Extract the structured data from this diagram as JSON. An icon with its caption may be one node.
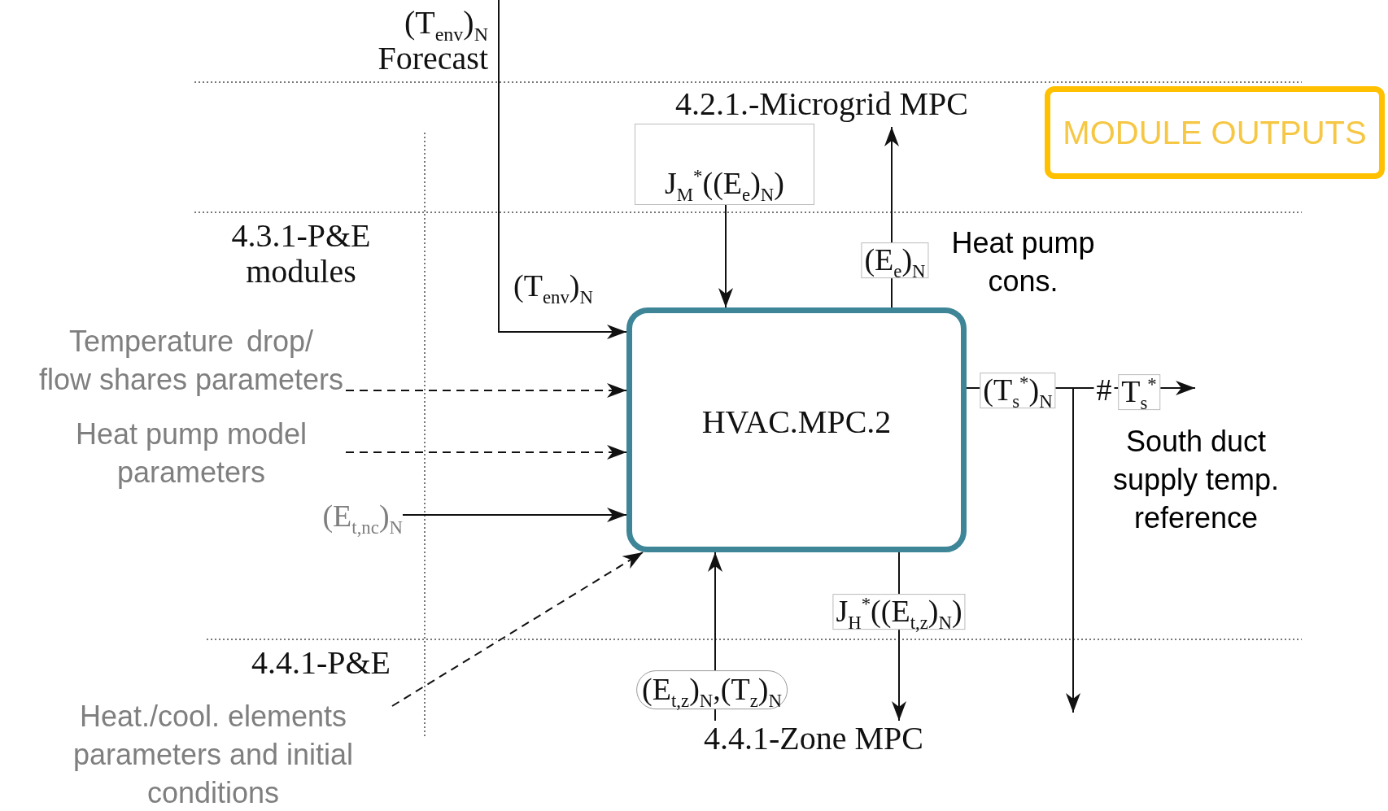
{
  "diagram": {
    "nodes": [
      {
        "text": [
          "4.2.1.-Microgrid MPC"
        ]
      },
      {
        "text": [
          "J$_{M}$$^{*}$((E$_{e}$)$_{N}$)"
        ]
      },
      {
        "text": [
          "MODULE OUTPUTS"
        ]
      },
      {
        "text": [
          "HVAC.MPC.2"
        ]
      },
      {
        "text": [
          "Temperature drop/ flow shares parameters"
        ]
      },
      {
        "text": [
          "Heat pump model parameters"
        ]
      },
      {
        "text": [
          "(E$_{t,nc}$)$_{N}$"
        ]
      },
      {
        "text": [
          "Heat./cool. elements parameters and initial conditions"
        ]
      },
      {
        "text": [
          "4.4.1-Zone MPC"
        ]
      }
    ],
    "edges": [
      {
        "from": null,
        "to": 3,
        "arrow": "to",
        "label": "(T$_{env}$)$_{N}$"
      },
      {
        "from": 1,
        "to": 3,
        "arrow": "to"
      },
      {
        "from": 3,
        "to": 0,
        "arrow": "to",
        "label": "(E$_{e}$)$_{N}$"
      },
      {
        "from": 4,
        "to": 3,
        "arrow": "to",
        "style": "dashed"
      },
      {
        "from": 5,
        "to": 3,
        "arrow": "to",
        "style": "dashed"
      },
      {
        "from": 6,
        "to": 3,
        "arrow": "to"
      },
      {
        "from": 7,
        "to": 3,
        "arrow": "to",
        "style": "dashed"
      },
      {
        "from": 8,
        "to": 3,
        "arrow": "to",
        "label": "(E$_{t,z}$)$_{N}$,(T$_{z}$)$_{N}$"
      },
      {
        "from": 3,
        "to": 8,
        "arrow": "to",
        "label": "J$_{H}$$^{*}$((E$_{t,z}$)$_{N}$)"
      },
      {
        "from": 3,
        "to": null,
        "arrow": "to",
        "label": "(T$_{s}$$^{*}$)$_{N}$"
      },
      {
        "from": 3,
        "to": null,
        "arrow": "to"
      }
    ],
    "labels": [
      "(T$_{env}$)$_{N}$ Forecast",
      "4.3.1-P&E modules",
      "Heat pump cons.",
      "#",
      "T$_{s}$$^{*}$",
      "South duct supply temp. reference",
      "4.4.1-P&E"
    ]
  }
}
